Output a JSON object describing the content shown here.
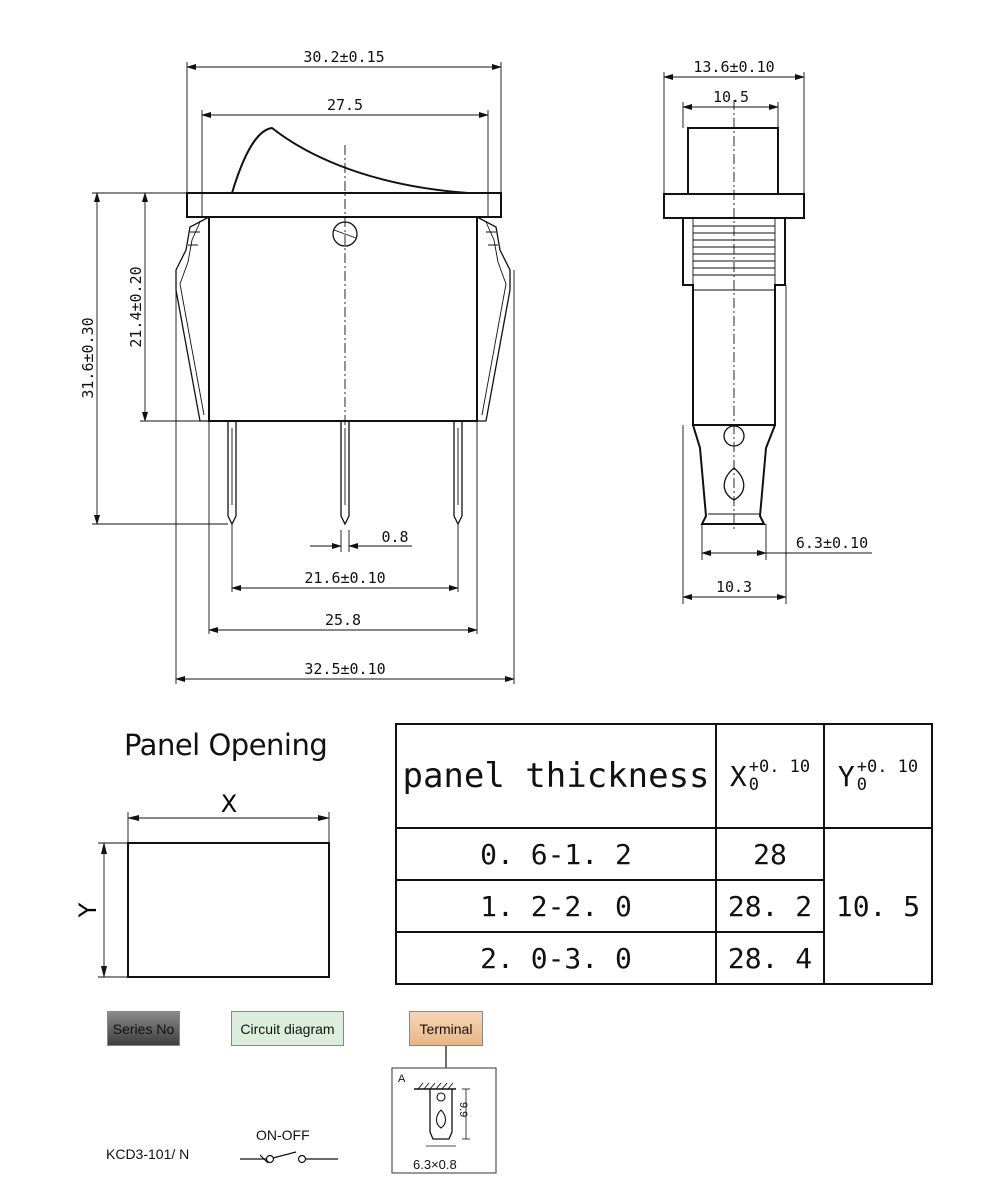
{
  "dimensions": {
    "top_width": "30.2±0.15",
    "rocker_width": "27.5",
    "body_height": "21.4±0.20",
    "total_height": "31.6±0.30",
    "pin_width": "0.8",
    "pin_span": "21.6±0.10",
    "body_width": "25.8",
    "clip_width": "32.5±0.10",
    "side_flange": "13.6±0.10",
    "side_rocker": "10.5",
    "terminal_width": "6.3±0.10",
    "side_base": "10.3"
  },
  "panel_opening": {
    "title": "Panel Opening",
    "x_label": "X",
    "y_label": "Y"
  },
  "table": {
    "header": {
      "col1": "panel thickness",
      "col2": {
        "var": "X",
        "plus": "+0. 10",
        "minus": "0"
      },
      "col3": {
        "var": "Y",
        "plus": "+0. 10",
        "minus": "0"
      }
    },
    "rows": [
      {
        "thickness": "0. 6-1. 2",
        "x": "28"
      },
      {
        "thickness": "1. 2-2. 0",
        "x": "28. 2"
      },
      {
        "thickness": "2. 0-3. 0",
        "x": "28. 4"
      }
    ],
    "y_value": "10. 5"
  },
  "legend": {
    "series_no": "Series No",
    "circuit_diagram": "Circuit diagram",
    "terminal": "Terminal",
    "colors": {
      "series": "#5a5a5a",
      "circuit": "#dbeedc",
      "terminal": "#f0c69c"
    }
  },
  "part": {
    "series_value": "KCD3-101/ N",
    "circuit_value": "ON-OFF",
    "terminal_size": "6.3×0.8",
    "terminal_height": "9.9",
    "terminal_label": "A"
  }
}
